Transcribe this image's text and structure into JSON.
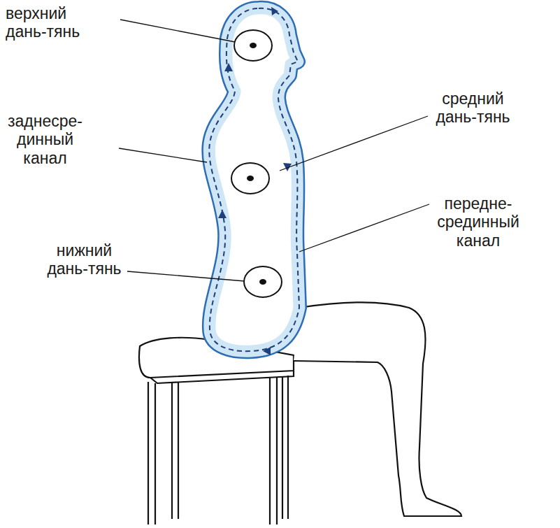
{
  "diagram": {
    "labels": [
      "верхний дань-тянь",
      "заднесре- динный канал",
      "средний дань-тянь",
      "передне- срединный канал",
      "нижний дань-тянь"
    ]
  }
}
